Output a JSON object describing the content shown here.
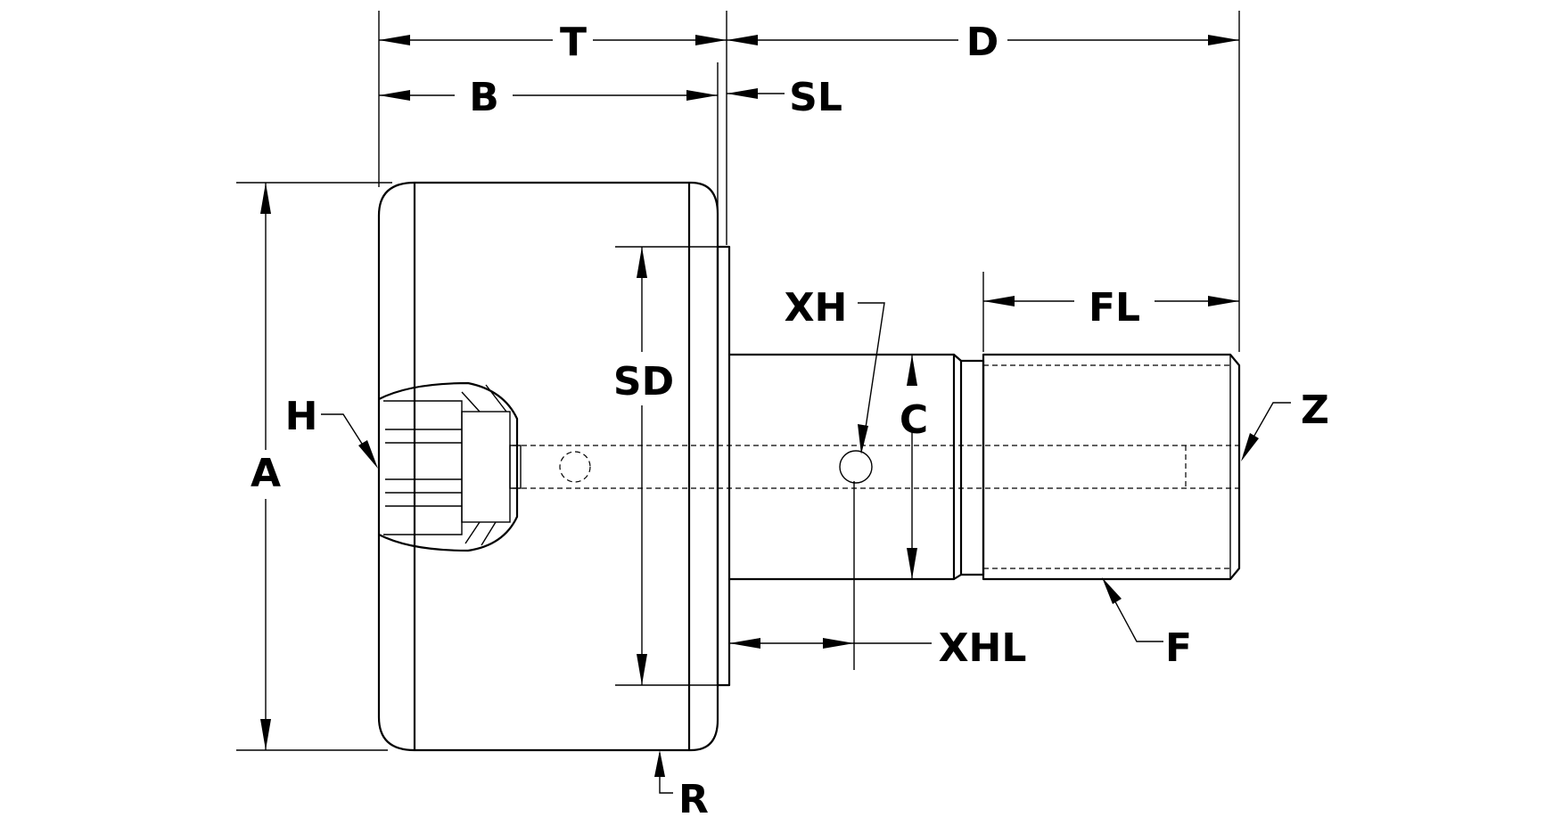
{
  "diagram": {
    "labels": {
      "T": "T",
      "D": "D",
      "B": "B",
      "SL": "SL",
      "A": "A",
      "H": "H",
      "SD": "SD",
      "XH": "XH",
      "C": "C",
      "FL": "FL",
      "Z": "Z",
      "XHL": "XHL",
      "F": "F",
      "R": "R"
    }
  }
}
